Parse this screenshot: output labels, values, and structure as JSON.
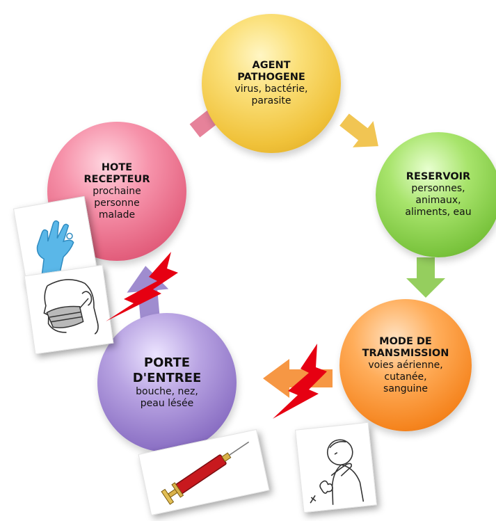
{
  "nodes": [
    {
      "id": "agent",
      "title": "AGENT\nPATHOGENE",
      "desc": "virus, bactérie,\nparasite"
    },
    {
      "id": "reserv",
      "title": "RESERVOIR",
      "desc": "personnes,\nanimaux,\naliments, eau"
    },
    {
      "id": "mode",
      "title": "MODE DE\nTRANSMISSION",
      "desc": "voies aérienne,\ncutanée,\nsanguine"
    },
    {
      "id": "porte",
      "title": "PORTE\nD'ENTREE",
      "desc": "bouche, nez,\npeau lésée"
    },
    {
      "id": "hote",
      "title": "HOTE\nRECEPTEUR",
      "desc": "prochaine\npersonne\nmalade"
    }
  ],
  "cards": [
    {
      "id": "glove",
      "icon": "glove-icon"
    },
    {
      "id": "mask",
      "icon": "mask-icon"
    },
    {
      "id": "syringe",
      "icon": "syringe-icon"
    },
    {
      "id": "cough",
      "icon": "cough-icon"
    }
  ],
  "colors": {
    "agent": "#f2c746",
    "reservoir": "#83c94a",
    "mode": "#f7902e",
    "porte": "#8f77c8",
    "hote": "#e8708a",
    "break": "#e60012"
  }
}
